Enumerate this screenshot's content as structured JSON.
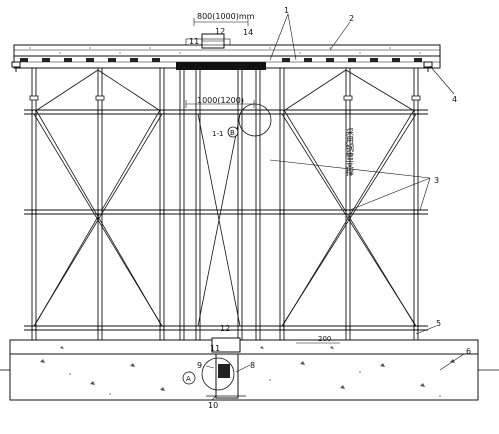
{
  "diagram": {
    "dimension_top": "800(1000)mm",
    "dimension_beam_width": "1000(1200)",
    "dimension_bottom": "200",
    "vertical_note": "采用钢管支撑",
    "circle_A": "A",
    "circle_B": "B",
    "label_1_1": "1-1",
    "callouts": {
      "c1": "1",
      "c2": "2",
      "c3": "3",
      "c4": "4",
      "c5": "5",
      "c6": "6",
      "c8": "8",
      "c9": "9",
      "c10": "10",
      "c11_top": "11",
      "c12_top": "12",
      "c14": "14",
      "c11_bottom": "11",
      "c12_bottom": "12"
    }
  }
}
